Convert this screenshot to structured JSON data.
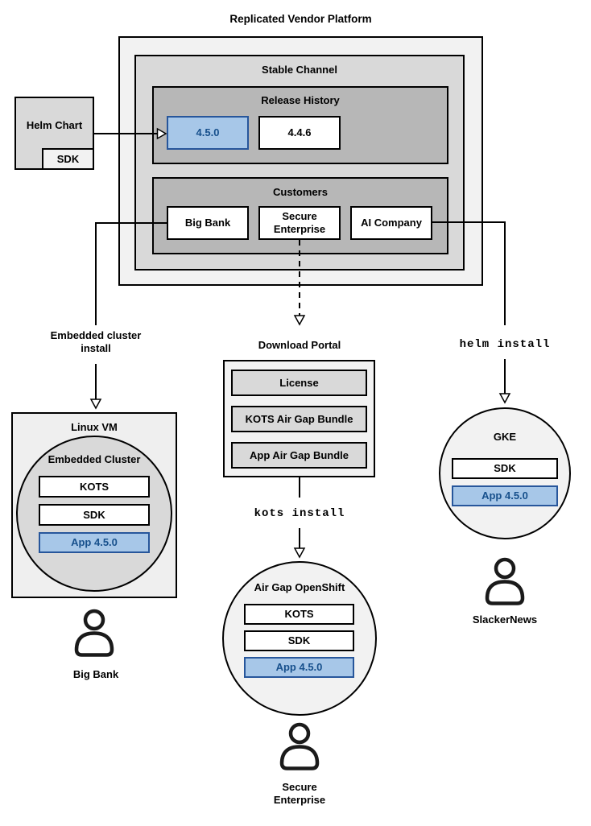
{
  "title": "Replicated Vendor Platform",
  "stable_channel": {
    "label": "Stable Channel",
    "release_history": {
      "label": "Release History",
      "current": "4.5.0",
      "previous": "4.4.6"
    },
    "customers": {
      "label": "Customers",
      "items": [
        "Big Bank",
        "Secure Enterprise",
        "AI Company"
      ]
    }
  },
  "helm_chart": {
    "label": "Helm Chart",
    "sdk": "SDK"
  },
  "left_flow": {
    "arrow_label": "Embedded cluster\ninstall",
    "vm_title": "Linux VM",
    "cluster_title": "Embedded Cluster",
    "components": [
      "KOTS",
      "SDK"
    ],
    "app": "App 4.5.0",
    "user": "Big Bank"
  },
  "middle_flow": {
    "portal_title": "Download Portal",
    "portal_items": [
      "License",
      "KOTS Air Gap Bundle",
      "App Air Gap Bundle"
    ],
    "arrow_label": "kots install",
    "cluster_title": "Air Gap OpenShift",
    "components": [
      "KOTS",
      "SDK"
    ],
    "app": "App 4.5.0",
    "user": "Secure\nEnterprise"
  },
  "right_flow": {
    "arrow_label": "helm install",
    "cluster_title": "GKE",
    "components": [
      "SDK"
    ],
    "app": "App 4.5.0",
    "user": "SlackerNews"
  },
  "colors": {
    "box_light": "#f2f2f2",
    "box_medium": "#d9d9d9",
    "box_dark": "#b7b7b7",
    "line": "#000000",
    "highlight_fill": "#a7c7e8",
    "highlight_border": "#27569b",
    "highlight_text": "#17508c"
  }
}
